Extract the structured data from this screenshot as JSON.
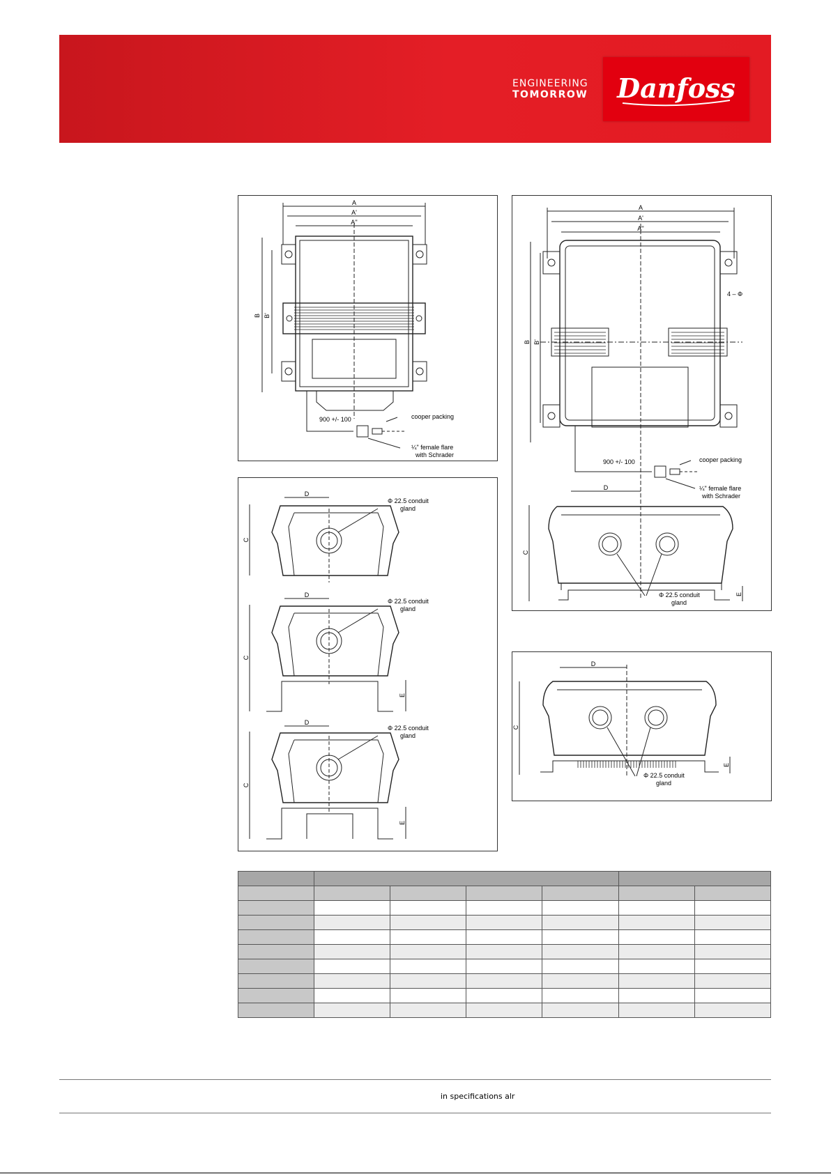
{
  "header": {
    "tagline_line1": "ENGINEERING",
    "tagline_line2": "TOMORROW",
    "brand": "Danfoss",
    "brand_color": "#e2000f"
  },
  "labels": {
    "dim_A": "A",
    "dim_A1": "A'",
    "dim_A2": "A''",
    "dim_B": "B",
    "dim_B1": "B'",
    "dim_C": "C",
    "dim_D": "D",
    "dim_E": "E",
    "cable_length": "900 +/- 100",
    "copper_packing": "cooper packing",
    "flare_line1": "¼\" female flare",
    "flare_line2": "with Schrader",
    "gland_line1": "Φ 22.5 conduit",
    "gland_line2": "gland",
    "hole_symbol": "4 – Φ"
  },
  "footer": {
    "text": "in specifications alr"
  }
}
